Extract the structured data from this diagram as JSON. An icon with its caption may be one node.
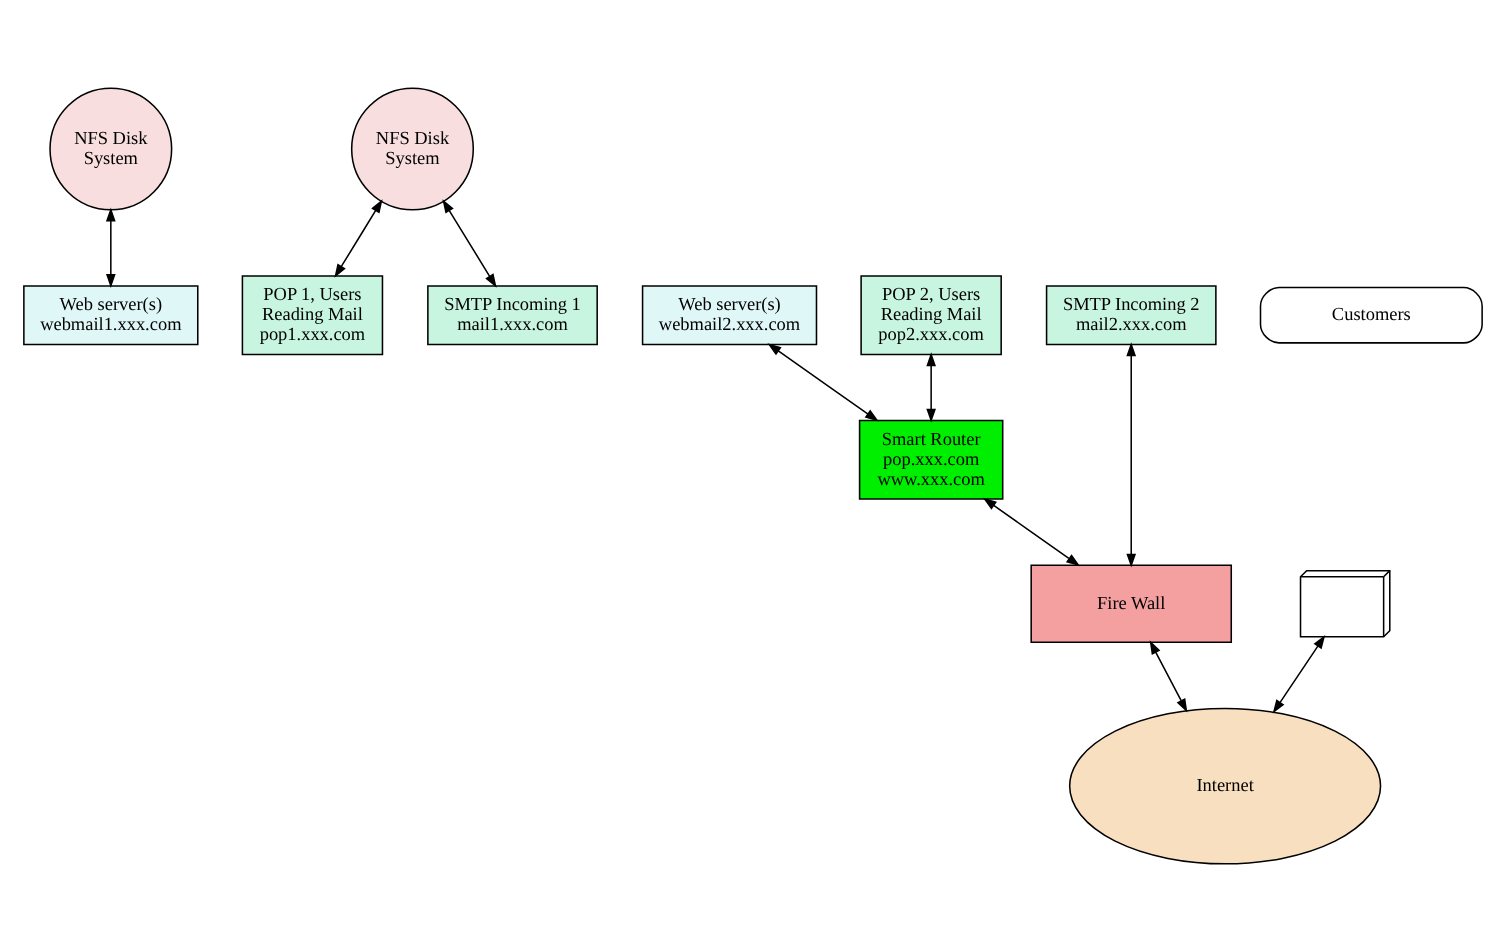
{
  "diagram": {
    "nodes": [
      {
        "text": [
          "NFS Disk System"
        ]
      },
      {
        "text": [
          "NFS Disk System"
        ]
      },
      {
        "text": [
          "Web server(s) webmail1.xxx.com"
        ]
      },
      {
        "text": [
          "Web server(s) webmail2.xxx.com"
        ]
      },
      {
        "text": [
          "POP 1, Users Reading Mail pop1.xxx.com"
        ]
      },
      {
        "text": [
          "POP 2, Users Reading Mail pop2.xxx.com"
        ]
      },
      {
        "text": [
          "SMTP Incoming 1 mail1.xxx.com"
        ]
      },
      {
        "text": [
          "SMTP Incoming 2 mail2.xxx.com"
        ]
      },
      {
        "text": [
          "Customers"
        ]
      },
      {
        "text": [],
        "shape": "picture"
      },
      {
        "text": [
          "Smart Router pop.xxx.com www.xxx.com"
        ]
      },
      {
        "text": [
          "Fire Wall"
        ]
      },
      {
        "text": [
          "Internet"
        ]
      }
    ],
    "edges": [
      {
        "from": 0,
        "to": 2,
        "arrow": "both"
      },
      {
        "from": 1,
        "to": 4,
        "arrow": "both"
      },
      {
        "from": 1,
        "to": 6,
        "arrow": "both"
      },
      {
        "from": 3,
        "to": 10,
        "arrow": "both"
      },
      {
        "from": 5,
        "to": 10,
        "arrow": "both"
      },
      {
        "from": 7,
        "to": 11,
        "arrow": "both"
      },
      {
        "from": 10,
        "to": 11,
        "arrow": "both"
      },
      {
        "from": 11,
        "to": 12,
        "arrow": "both"
      },
      {
        "from": 9,
        "to": 12,
        "arrow": "both"
      }
    ]
  }
}
